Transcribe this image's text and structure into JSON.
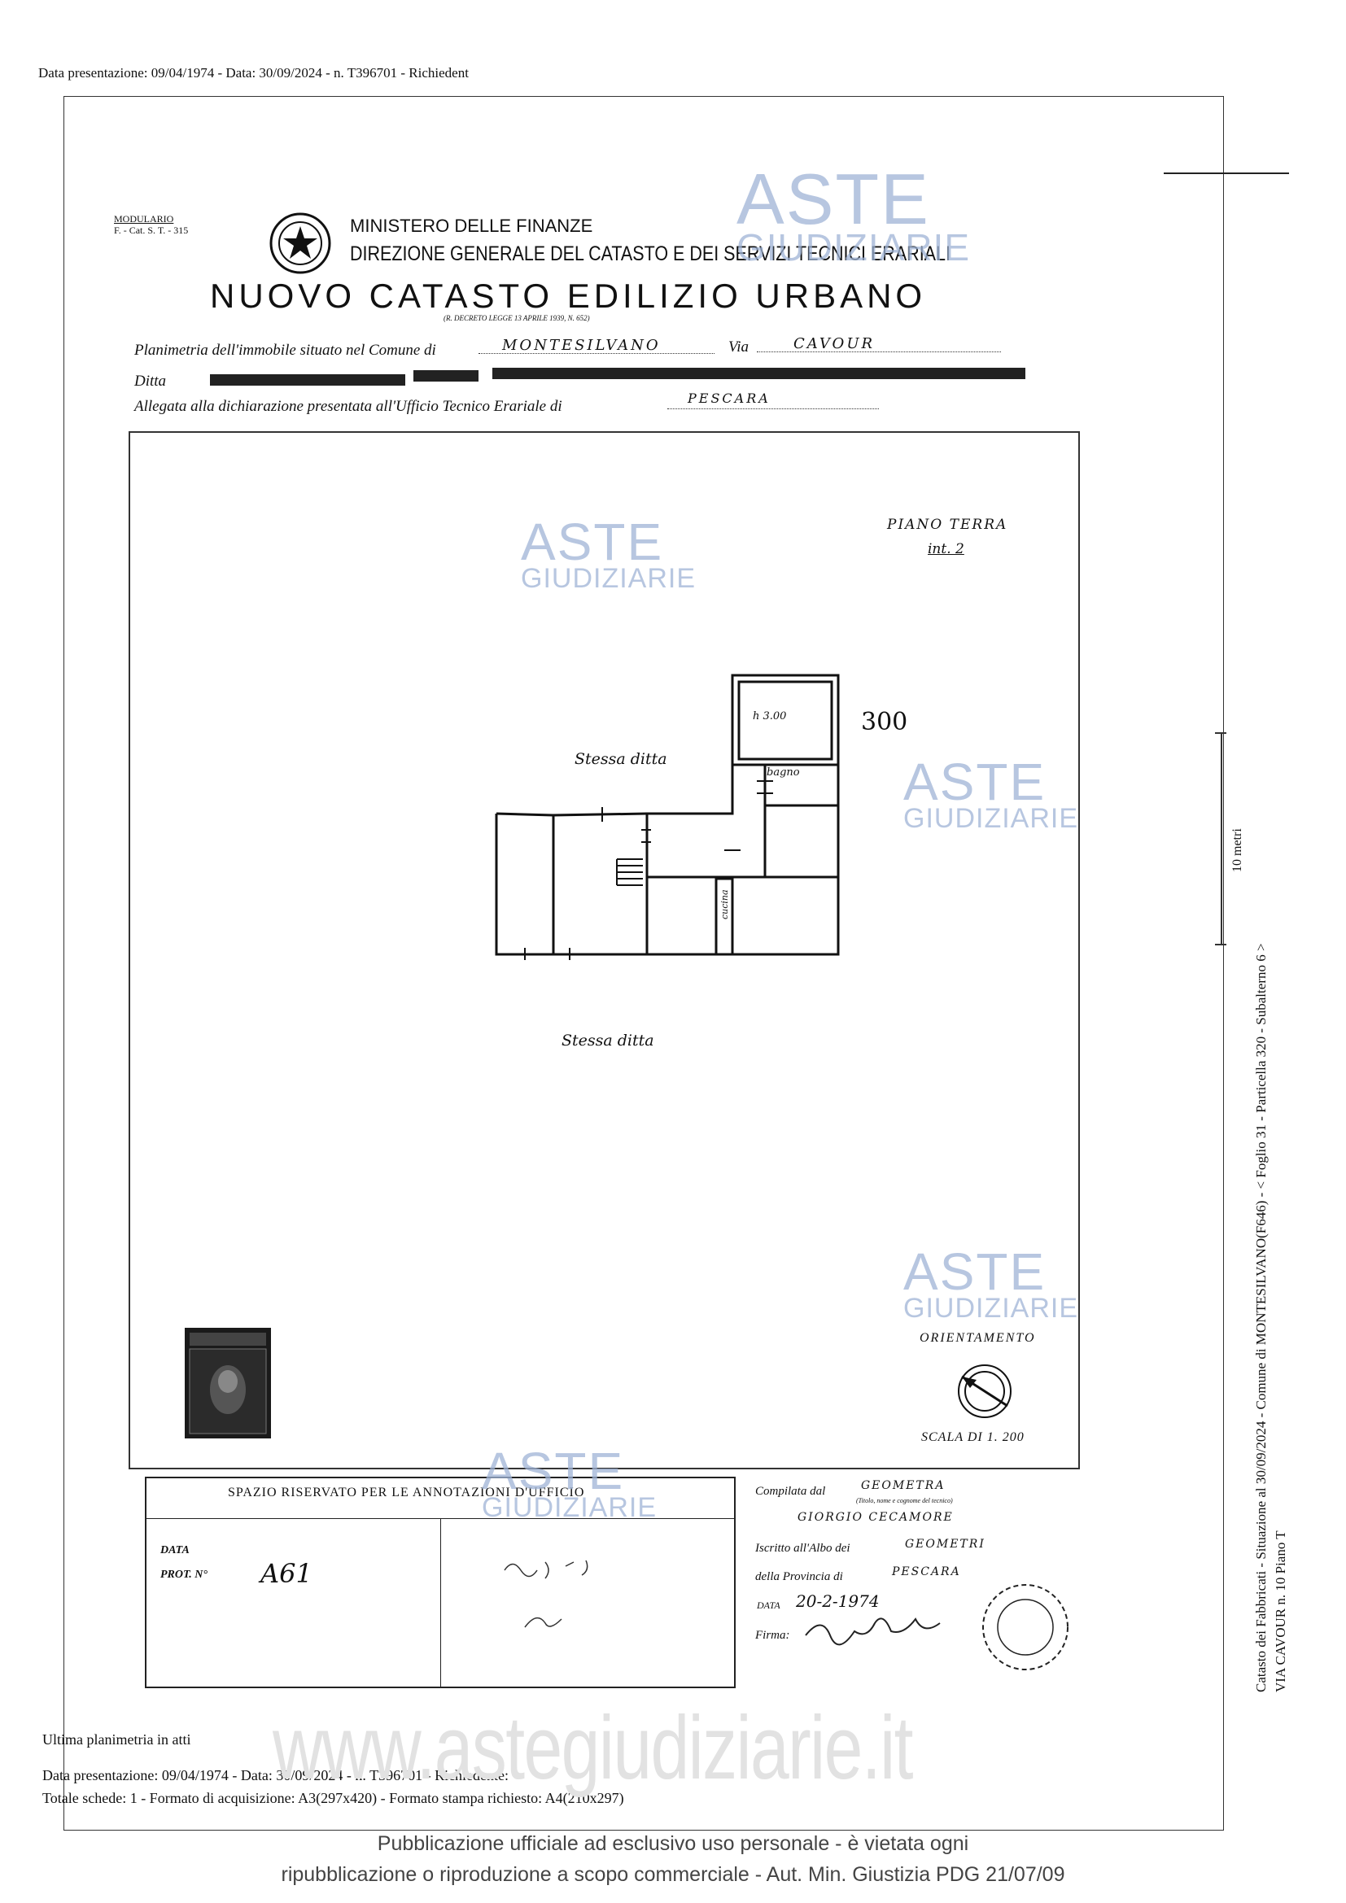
{
  "header": {
    "top_line": "Data presentazione: 09/04/1974 - Data: 30/09/2024 - n. T396701 - Richiedent"
  },
  "form": {
    "modulario": "MODULARIO",
    "modulario_code": "F. - Cat. S. T. - 315",
    "ministry": "MINISTERO DELLE FINANZE",
    "direction": "DIREZIONE GENERALE DEL CATASTO E DEI SERVIZI TECNICI ERARIALI",
    "title": "NUOVO CATASTO EDILIZIO URBANO",
    "decree": "(R. DECRETO LEGGE 13 APRILE 1939, N. 652)",
    "planimetria_label": "Planimetria dell'immobile situato nel Comune di",
    "comune_value": "MONTESILVANO",
    "via_label": "Via",
    "via_value": "CAVOUR",
    "ditta_label": "Ditta",
    "allegata_label": "Allegata alla dichiarazione presentata all'Ufficio Tecnico Erariale di",
    "ufficio_value": "PESCARA"
  },
  "plan": {
    "floor": "PIANO TERRA",
    "unit": "int. 2",
    "room_height": "h 3.00",
    "number": "300",
    "bagno": "bagno",
    "stessa_ditta_1": "Stessa ditta",
    "stessa_ditta_2": "Stessa ditta",
    "cucina": "cucina",
    "orientamento": "ORIENTAMENTO",
    "scala": "SCALA DI 1. 200"
  },
  "office": {
    "spazio_title": "SPAZIO RISERVATO PER LE ANNOTAZIONI D'UFFICIO",
    "data_label": "DATA",
    "prot_label": "PROT. N°",
    "prot_value": "A61"
  },
  "compilata": {
    "compilata_label": "Compilata dal",
    "title_value": "GEOMETRA",
    "name_hint": "(Titolo, nome e cognome del tecnico)",
    "name_value": "GIORGIO CECAMORE",
    "iscritto_label": "Iscritto all'Albo dei",
    "iscritto_value": "GEOMETRI",
    "provincia_label": "della Provincia di",
    "provincia_value": "PESCARA",
    "data_label": "DATA",
    "data_value": "20-2-1974",
    "firma_label": "Firma:"
  },
  "footer": {
    "ultima": "Ultima planimetria in atti",
    "line1": "Data presentazione: 09/04/1974 - Data: 30/09/2024 - n. T396701 - Richiedente:",
    "line2": "Totale schede: 1 - Formato di acquisizione: A3(297x420) - Formato stampa richiesto: A4(210x297)",
    "website": "www.astegiudiziarie.it",
    "pub1": "Pubblicazione ufficiale ad esclusivo uso personale - è vietata ogni",
    "pub2": "ripubblicazione o riproduzione a scopo commerciale - Aut. Min. Giustizia PDG 21/07/09"
  },
  "side": {
    "scale_label": "10 metri",
    "catasto_line": "Catasto dei Fabbricati - Situazione al 30/09/2024 - Comune di MONTESILVANO(F646) - < Foglio 31 - Particella 320 - Subalterno 6 >",
    "via_line": "VIA CAVOUR n. 10 Piano T"
  },
  "watermark": {
    "aste": "ASTE",
    "giudiziarie": "GIUDIZIARIE"
  }
}
